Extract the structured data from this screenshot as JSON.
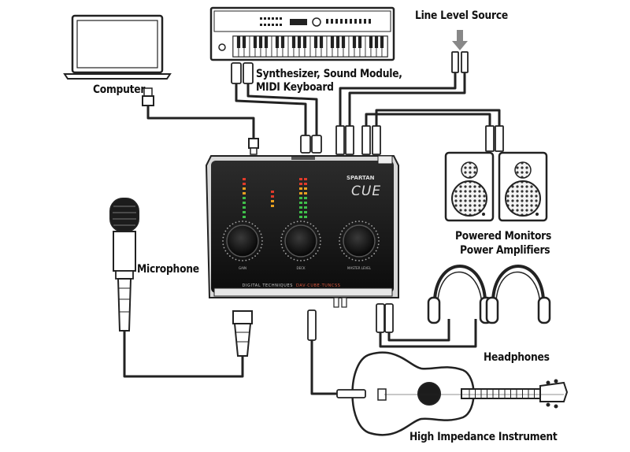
{
  "labels": {
    "line_level_source": "Line Level Source",
    "synth": "Synthesizer, Sound Module,",
    "midi_keyboard": "MIDI Keyboard",
    "computer": "Computer",
    "microphone": "Microphone",
    "powered_monitors": "Powered Monitors",
    "power_amplifiers": "Power Amplifiers",
    "headphones": "Headphones",
    "instrument": "High Impedance Instrument"
  },
  "device": {
    "brand": "SPARTAN",
    "model": "CUE",
    "footer_text": "DIGITAL TECHNIQUES",
    "footer_accent": "DAV·CUBE·TUNCSS",
    "knob_labels": [
      "GAIN",
      "DECK",
      "MASTER LEVEL"
    ]
  },
  "colors": {
    "device_body": "#1c1c1c",
    "meter_green": "#3fbf4a",
    "meter_amber": "#e8a020",
    "meter_red": "#e03a2a",
    "cable": "#222222"
  }
}
